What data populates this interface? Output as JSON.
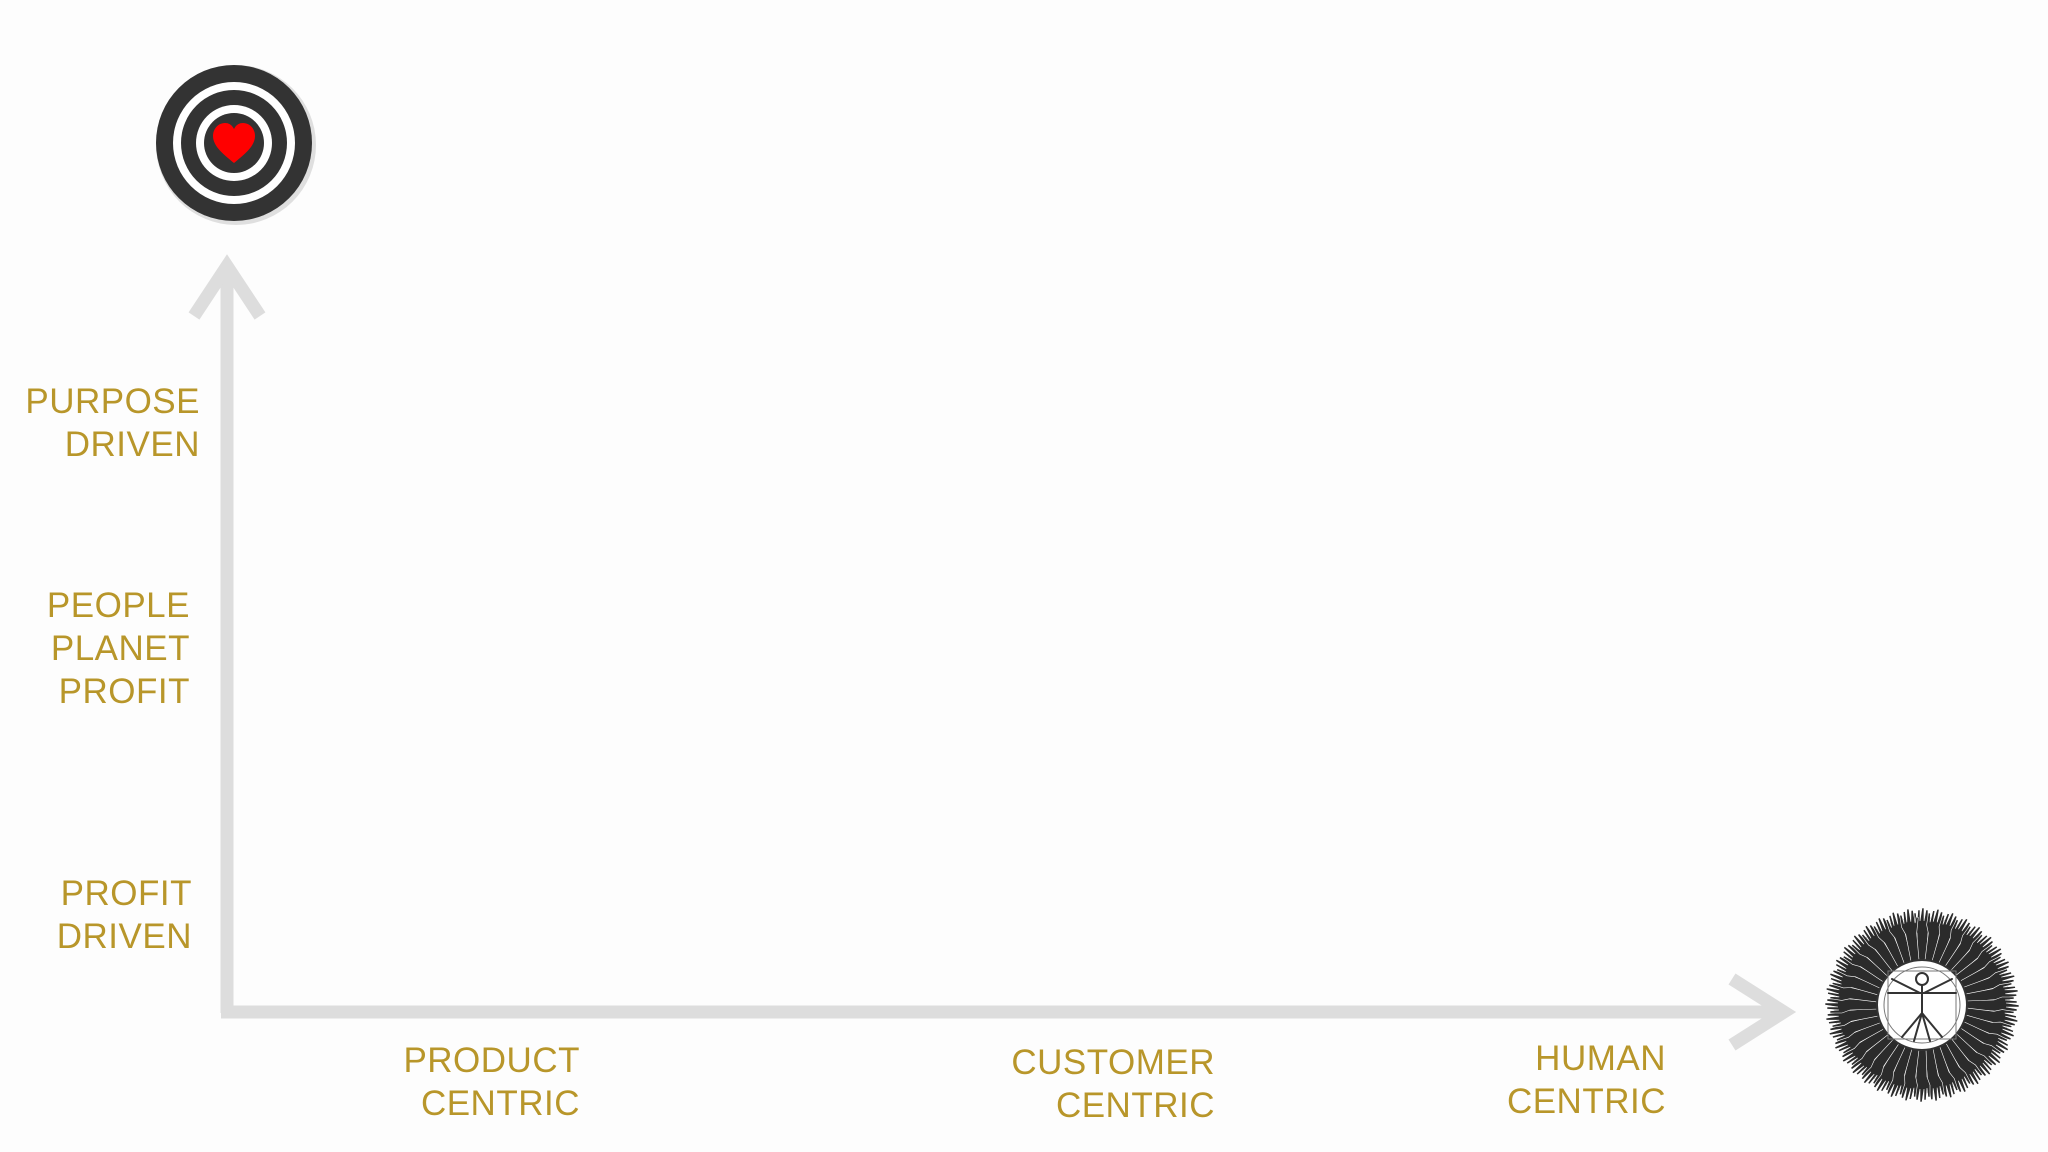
{
  "colors": {
    "background": "#fdfdfd",
    "axis": "#dddddd",
    "label": "#b8962a",
    "target_dark": "#333333",
    "target_light": "#ffffff",
    "heart": "#ff0000"
  },
  "icons": {
    "top": "target-heart-icon",
    "bottom_right": "vitruvian-man-hands-icon"
  },
  "y_axis": {
    "labels": [
      {
        "lines": [
          "PURPOSE",
          "DRIVEN"
        ]
      },
      {
        "lines": [
          "PEOPLE",
          "PLANET",
          "PROFIT"
        ]
      },
      {
        "lines": [
          "PROFIT",
          "DRIVEN"
        ]
      }
    ]
  },
  "x_axis": {
    "labels": [
      {
        "lines": [
          "PRODUCT",
          "CENTRIC"
        ]
      },
      {
        "lines": [
          "CUSTOMER",
          "CENTRIC"
        ]
      },
      {
        "lines": [
          "HUMAN",
          "CENTRIC"
        ]
      }
    ]
  }
}
